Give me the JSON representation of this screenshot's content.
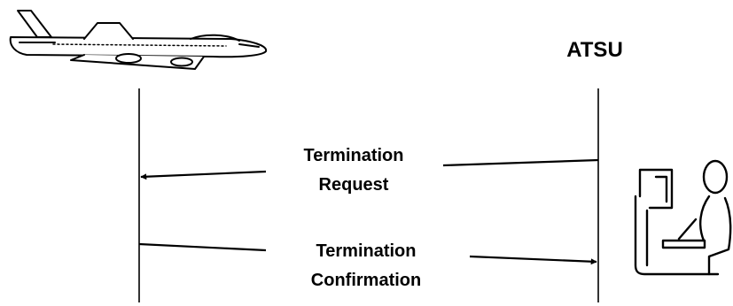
{
  "participants": {
    "ground_label": "ATSU"
  },
  "messages": [
    {
      "line1": "Termination",
      "line2": "Request",
      "direction": "to-aircraft"
    },
    {
      "line1": "Termination",
      "line2": "Confirmation",
      "direction": "to-atsu"
    }
  ],
  "icons": {
    "aircraft": "airplane-icon",
    "controller": "air-traffic-controller-icon"
  },
  "colors": {
    "ink": "#000000",
    "background": "#ffffff"
  }
}
